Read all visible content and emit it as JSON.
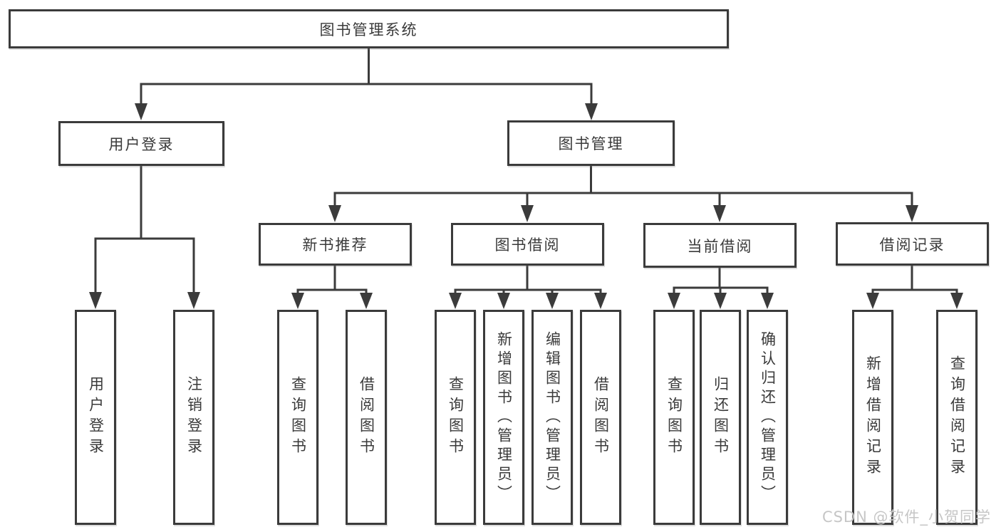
{
  "diagram": {
    "root": {
      "label": "图书管理系统"
    },
    "branches": [
      {
        "label": "用户登录",
        "children": [
          {
            "label": "用户登录"
          },
          {
            "label": "注销登录"
          }
        ]
      },
      {
        "label": "图书管理",
        "children": [
          {
            "label": "新书推荐",
            "children": [
              {
                "label": "查询图书"
              },
              {
                "label": "借阅图书"
              }
            ]
          },
          {
            "label": "图书借阅",
            "children": [
              {
                "label": "查询图书"
              },
              {
                "label": "新增图书（管理员）"
              },
              {
                "label": "编辑图书（管理员）"
              },
              {
                "label": "借阅图书"
              }
            ]
          },
          {
            "label": "当前借阅",
            "children": [
              {
                "label": "查询图书"
              },
              {
                "label": "归还图书"
              },
              {
                "label": "确认归还（管理员）"
              }
            ]
          },
          {
            "label": "借阅记录",
            "children": [
              {
                "label": "新增借阅记录"
              },
              {
                "label": "查询借阅记录"
              }
            ]
          }
        ]
      }
    ]
  },
  "watermark": {
    "text": "CSDN @软件_小贺同学"
  },
  "colors": {
    "line": "#3b3b3b",
    "text": "#3a3a3a",
    "box_background": "#ffffff",
    "watermark": "#c6c6c6",
    "page_background": "#ffffff"
  }
}
